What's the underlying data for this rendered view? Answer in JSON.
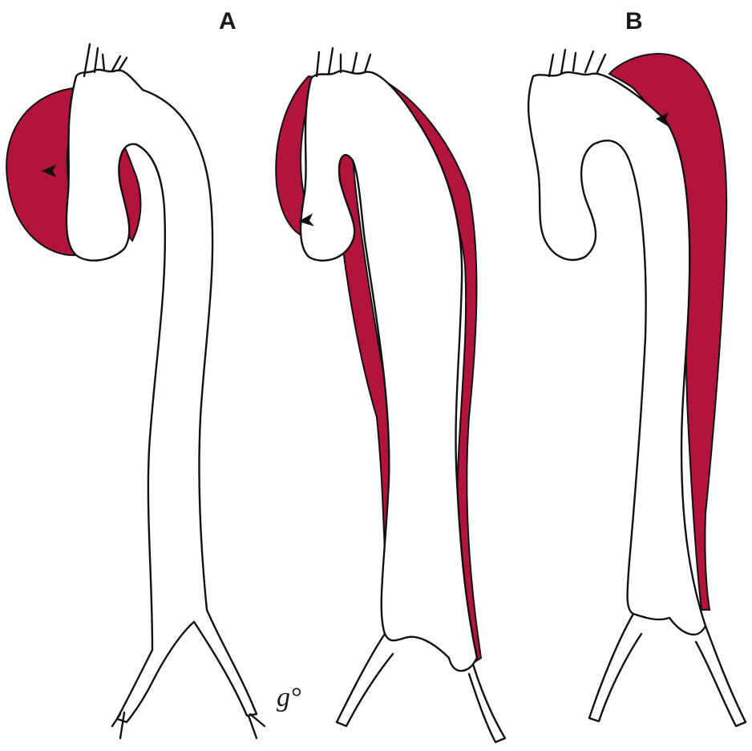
{
  "labels": {
    "panel_a": "A",
    "panel_b": "B",
    "signature": "g°"
  },
  "colors": {
    "false_lumen": "#b3143c",
    "outline": "#111111",
    "background": "#ffffff"
  }
}
